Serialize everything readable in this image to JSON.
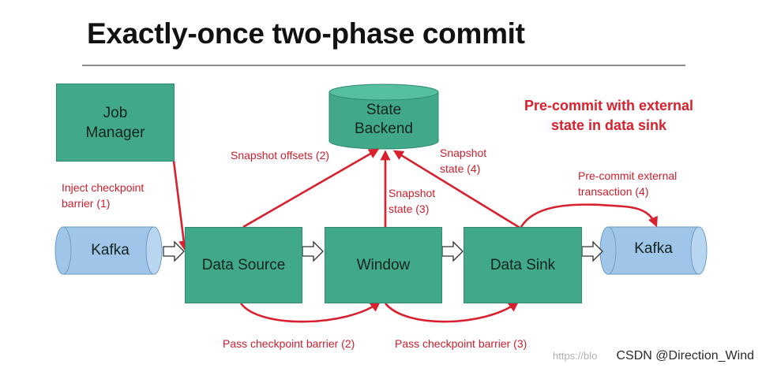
{
  "title": "Exactly-once two-phase commit",
  "callout": {
    "line1": "Pre-commit with external",
    "line2": "state in data sink"
  },
  "nodes": {
    "job_manager": {
      "line1": "Job",
      "line2": "Manager"
    },
    "state_backend": {
      "line1": "State",
      "line2": "Backend"
    },
    "kafka_source": "Kafka",
    "data_source": "Data Source",
    "window": "Window",
    "data_sink": "Data Sink",
    "kafka_sink": "Kafka"
  },
  "labels": {
    "inject": {
      "line1": "Inject checkpoint",
      "line2": "barrier (1)"
    },
    "snapshot_offsets": "Snapshot offsets (2)",
    "snapshot_window": {
      "line1": "Snapshot",
      "line2": "state (3)"
    },
    "snapshot_sink": {
      "line1": "Snapshot",
      "line2": "state (4)"
    },
    "precommit": {
      "line1": "Pre-commit external",
      "line2": "transaction (4)"
    },
    "pass_barrier_2": "Pass checkpoint barrier (2)",
    "pass_barrier_3": "Pass checkpoint barrier (3)"
  },
  "watermark": {
    "faint": "https://blo",
    "text": "CSDN @Direction_Wind"
  },
  "colors": {
    "box_fill": "#41a98a",
    "kafka_fill": "#9fc6e8",
    "arrow_red": "#d8202e",
    "title_text": "#111111"
  }
}
